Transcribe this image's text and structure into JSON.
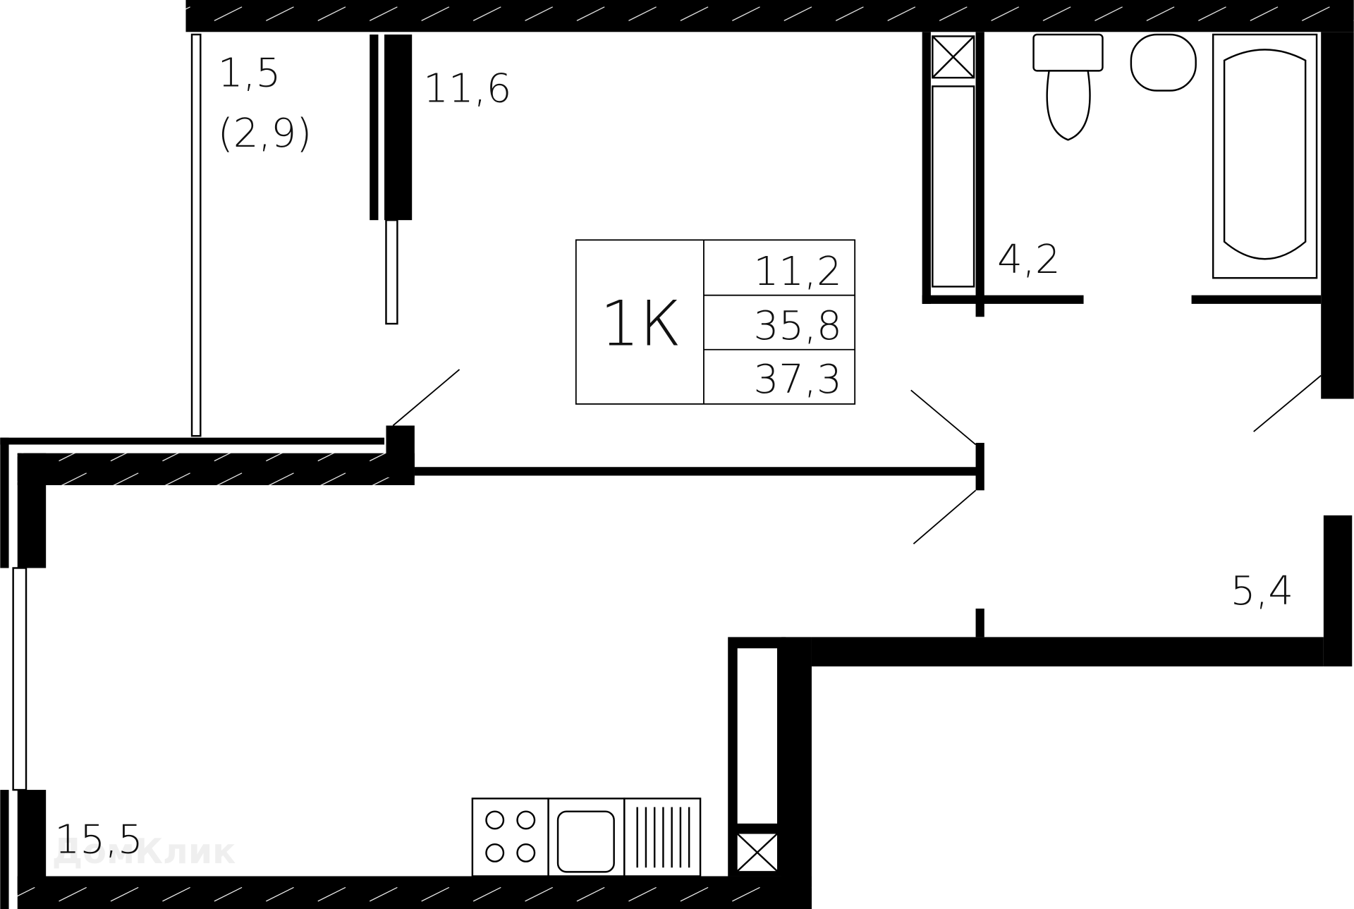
{
  "plan": {
    "type_label": "1К",
    "areas_table": [
      "11,2",
      "35,8",
      "37,3"
    ],
    "rooms": {
      "balcony": "1,5",
      "balcony_full": "(2,9)",
      "bedroom": "11,6",
      "bathroom": "4,2",
      "hallway": "5,4",
      "kitchen_living": "15,5"
    }
  },
  "watermark": "ДомКлик",
  "colors": {
    "wall": "#000000",
    "background": "#ffffff"
  }
}
